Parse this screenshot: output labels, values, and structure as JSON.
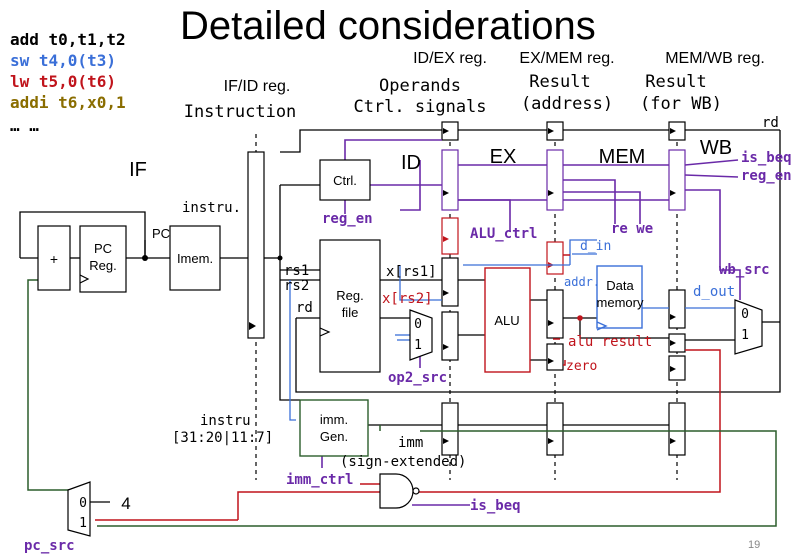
{
  "slide": {
    "title": "Detailed considerations",
    "page_number": "19",
    "code_lines": [
      {
        "text": "add t0,t1,t2",
        "color": "#000000"
      },
      {
        "text": "sw t4,0(t3)",
        "color": "#3a6fd8"
      },
      {
        "text": "lw t5,0(t6)",
        "color": "#c0141c"
      },
      {
        "text": "addi t6,x0,1",
        "color": "#8a6d00"
      },
      {
        "text": "… …",
        "color": "#000000"
      }
    ]
  },
  "diagram": {
    "colors": {
      "black": "#000000",
      "blue": "#3a6fd8",
      "red": "#c0141c",
      "purple": "#6a2aa8",
      "green": "#2c5d2c"
    },
    "reg_headers": {
      "if_id": "IF/ID reg.",
      "id_ex": "ID/EX reg.",
      "ex_mem": "EX/MEM reg.",
      "mem_wb": "MEM/WB reg."
    },
    "contents": {
      "instruction": "Instruction",
      "operands": "Operands",
      "ctrl_signals": "Ctrl. signals",
      "result1": "Result",
      "address": "(address)",
      "result2": "Result",
      "for_wb": "(for WB)"
    },
    "stages": {
      "if": "IF",
      "id": "ID",
      "ex": "EX",
      "mem": "MEM",
      "wb": "WB"
    },
    "blocks": {
      "pc": [
        "PC",
        "Reg."
      ],
      "plus": "+",
      "imem": "Imem.",
      "ctrl": "Ctrl.",
      "regfile": [
        "Reg.",
        "file"
      ],
      "alu": "ALU",
      "datamem": [
        "Data",
        "memory"
      ],
      "immgen": [
        "imm.",
        "Gen."
      ],
      "const4": "4"
    },
    "labels": {
      "pc_small": "PC",
      "instru": "instru.",
      "rs1": "rs1",
      "rs2": "rs2",
      "rd_in": "rd",
      "rd_top": "rd",
      "xrs1": "x[rs1]",
      "xrs2": "x[rs2]",
      "mux0": "0",
      "mux1": "1",
      "addr": "addr.",
      "d_in": "d_in",
      "d_out": "d_out",
      "alu_result": "alu result",
      "zero": "zero",
      "instru_bits": "instru",
      "bits_range": "[31:20|11:7]",
      "imm": "imm",
      "sign_ext": "(sign-extended)"
    },
    "signals": {
      "reg_en": "reg_en",
      "alu_ctrl": "ALU_ctrl",
      "re_we": "re we",
      "op2_src": "op2_src",
      "is_beq": "is_beq",
      "reg_en_right": "reg_en",
      "wb_src": "wb_src",
      "imm_ctrl": "imm_ctrl",
      "is_beq_bottom": "is_beq",
      "pc_src": "pc_src"
    }
  }
}
